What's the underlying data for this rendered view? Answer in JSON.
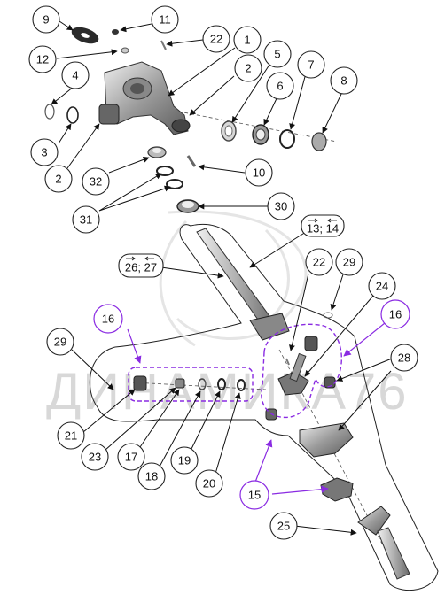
{
  "diagram": {
    "watermark": "ДИНАМИКА76",
    "callouts": {
      "c1": "1",
      "c2a": "2",
      "c2b": "2",
      "c3": "3",
      "c4": "4",
      "c5": "5",
      "c6": "6",
      "c7": "7",
      "c8": "8",
      "c9": "9",
      "c10": "10",
      "c11": "11",
      "c12": "12",
      "c13_14": "13; 14",
      "c15": "15",
      "c16a": "16",
      "c16b": "16",
      "c17": "17",
      "c18": "18",
      "c19": "19",
      "c20": "20",
      "c21": "21",
      "c22a": "22",
      "c22b": "22",
      "c23": "23",
      "c24": "24",
      "c25": "25",
      "c26_27": "26; 27",
      "c28": "28",
      "c29a": "29",
      "c29b": "29",
      "c30": "30",
      "c31": "31",
      "c32": "32"
    },
    "colors": {
      "highlight": "#8a2be2",
      "line": "#111111",
      "watermark": "#d8d8d8"
    }
  }
}
